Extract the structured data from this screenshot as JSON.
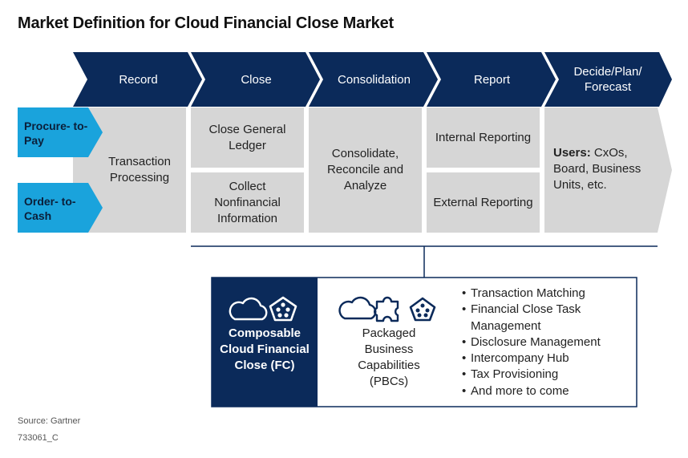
{
  "title": "Market Definition for Cloud Financial Close Market",
  "stages": [
    {
      "label": "Record"
    },
    {
      "label": "Close"
    },
    {
      "label": "Consolidation"
    },
    {
      "label": "Report"
    },
    {
      "label": "Decide/Plan/ Forecast"
    }
  ],
  "inputs": [
    {
      "label": "Procure- to-Pay"
    },
    {
      "label": "Order- to-Cash"
    }
  ],
  "boxes": {
    "record": "Transaction Processing",
    "close_top": "Close General Ledger",
    "close_bottom": "Collect Nonfinancial Information",
    "consolidation": "Consolidate, Reconcile and Analyze",
    "report_top": "Internal Reporting",
    "report_bottom": "External Reporting",
    "users_bold": "Users:",
    "users_text": "CxOs, Board, Business Units, etc."
  },
  "fc": {
    "label": "Composable Cloud Financial Close (FC)",
    "icons": [
      "cloud-icon",
      "pentagon-icon"
    ]
  },
  "pbc": {
    "label": "Packaged Business Capabilities (PBCs)",
    "icons": [
      "cloud-icon",
      "puzzle-icon",
      "pentagon-icon"
    ]
  },
  "capabilities": [
    "Transaction Matching",
    "Financial Close Task Management",
    "Disclosure Management",
    "Intercompany Hub",
    "Tax Provisioning",
    "And more to come"
  ],
  "footer": {
    "source": "Source: Gartner",
    "id": "733061_C"
  },
  "colors": {
    "navy": "#0b2a5a",
    "cyan": "#1aa3dc",
    "gray": "#d6d6d6",
    "text": "#222222"
  }
}
